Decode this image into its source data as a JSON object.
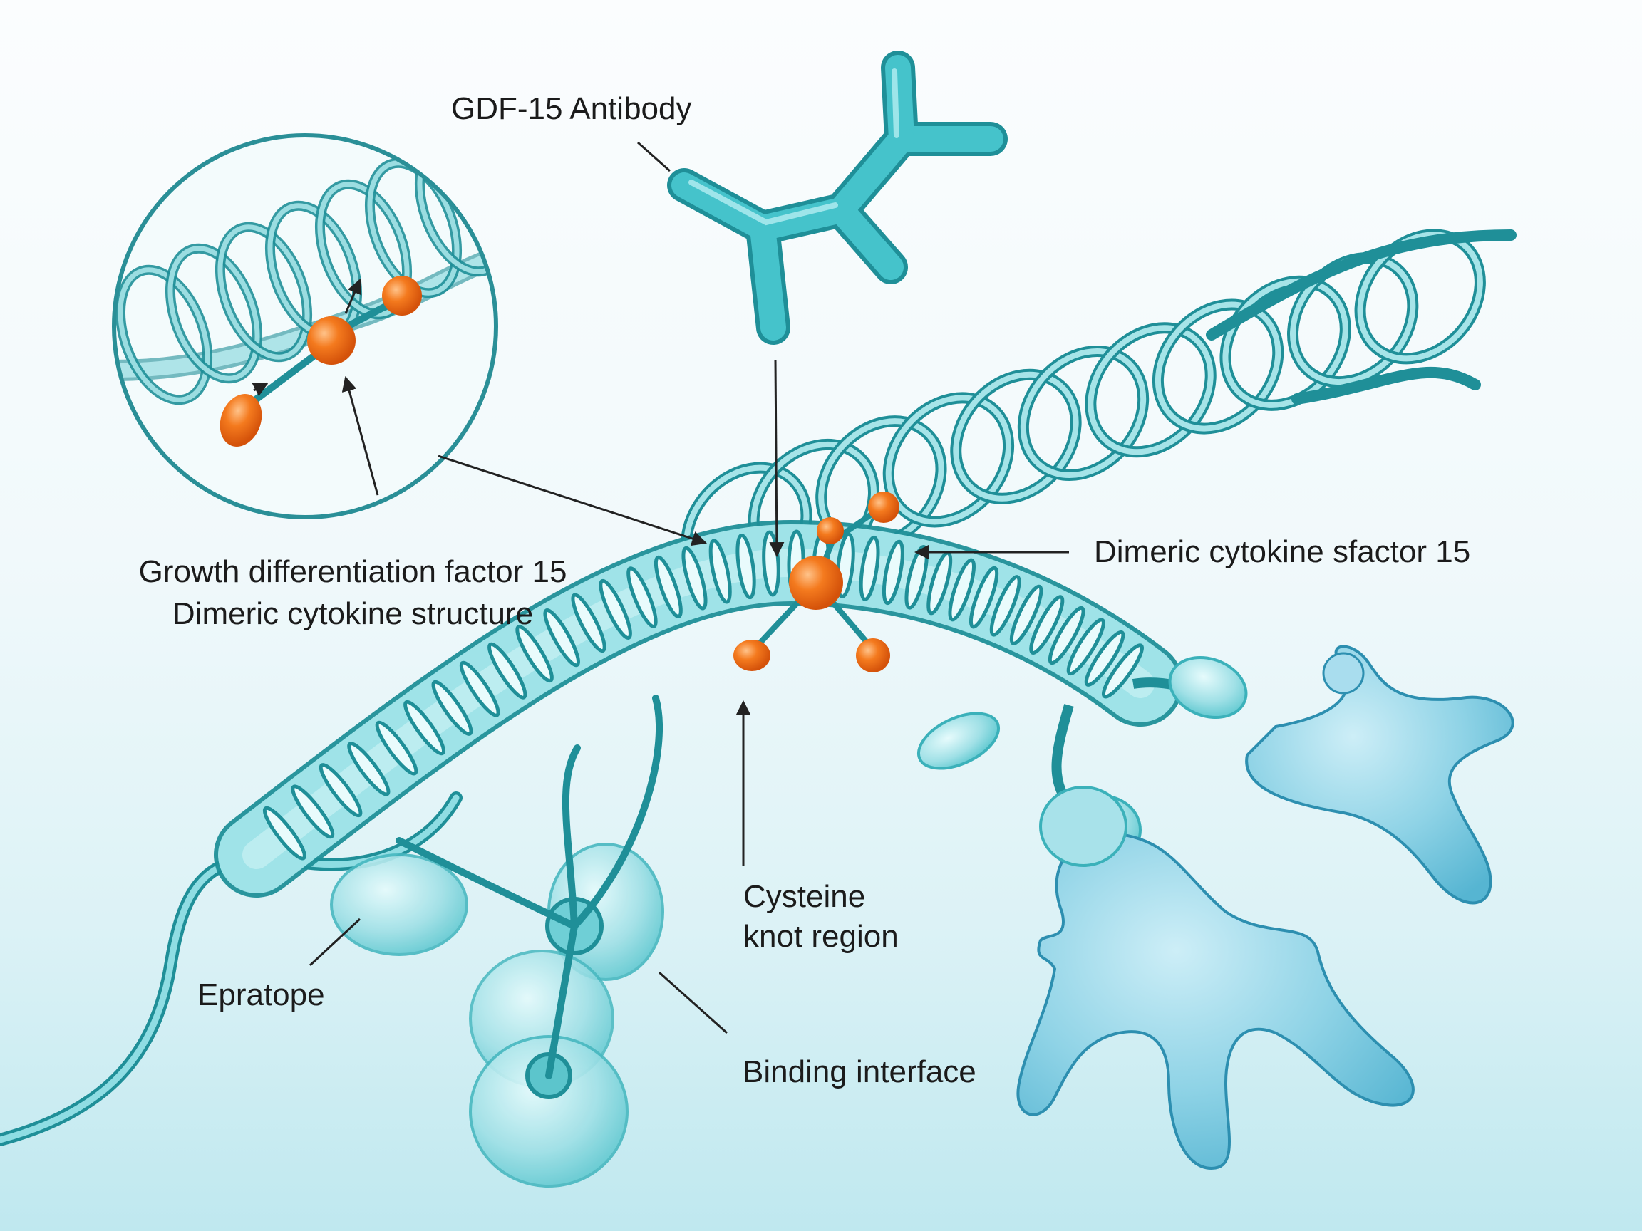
{
  "labels": {
    "antibody": "GDF-15 Antibody",
    "gdf15_line1": "Growth differentiation factor 15",
    "gdf15_line2": "Dimeric cytokine structure",
    "dimeric": "Dimeric cytokine sfactor 15",
    "cysteine_line1": "Cysteine",
    "cysteine_line2": "knot region",
    "epitope": "Epratope",
    "binding": "Binding interface"
  },
  "colors": {
    "protein": "#3bbfc7",
    "protein_dark": "#1f8f98",
    "protein_light": "#a6e4e8",
    "receptor": "#62bcd6",
    "disulfide": "#f06b14",
    "line": "#222222"
  }
}
